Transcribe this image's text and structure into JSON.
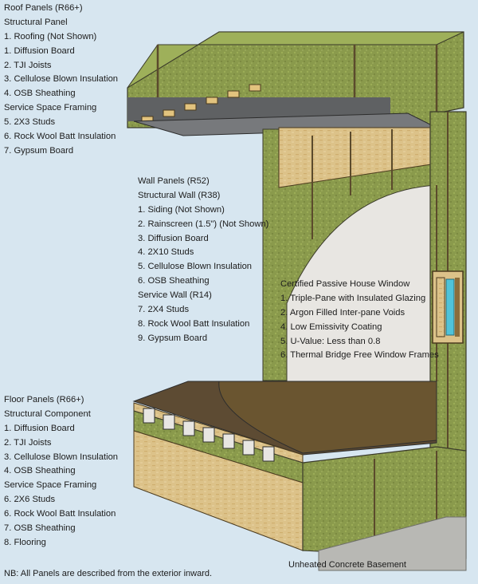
{
  "roof_label": [
    "Roof Panels (R66+)",
    "Structural Panel",
    "1. Roofing (Not Shown)",
    "1. Diffusion Board",
    "2. TJI Joists",
    "3. Cellulose Blown Insulation",
    "4. OSB Sheathing",
    "Service Space Framing",
    "5. 2X3 Studs",
    "6. Rock Wool Batt Insulation",
    "7. Gypsum Board"
  ],
  "wall_label": [
    "Wall Panels (R52)",
    "Structural Wall (R38)",
    "1. Siding (Not Shown)",
    "2. Rainscreen (1.5\") (Not Shown)",
    "3. Diffusion Board",
    "4. 2X10 Studs",
    "5. Cellulose Blown Insulation",
    "6. OSB Sheathing",
    "Service Wall (R14)",
    "7. 2X4 Studs",
    "8. Rock Wool Batt Insulation",
    "9. Gypsum Board"
  ],
  "window_label": [
    "Certified Passive House Window",
    "1. Triple-Pane with Insulated Glazing",
    "2. Argon Filled Inter-pane Voids",
    "4. Low Emissivity Coating",
    "5. U-Value: Less than 0.8",
    "6. Thermal Bridge Free Window Frames"
  ],
  "floor_label": [
    "Floor Panels (R66+)",
    "Structural Component",
    "1. Diffusion Board",
    "2. TJI Joists",
    "3. Cellulose Blown Insulation",
    "4. OSB Sheathing",
    "Service Space Framing",
    "6. 2X6 Studs",
    "6. Rock Wool Batt Insulation",
    "7. OSB Sheathing",
    "8. Flooring"
  ],
  "basement_label": "Unheated Concrete Basement",
  "footnote": "NB:  All Panels are described from the exterior inward.",
  "colors": {
    "background": "#d7e6f0",
    "insulation": "#8a9a4c",
    "insulation_dark": "#6f7d3a",
    "osb": "#dcc289",
    "gypsum": "#e8e6e2",
    "roof_gray": "#77797c",
    "concrete": "#b8b8b4",
    "glass": "#4fc3d9"
  }
}
